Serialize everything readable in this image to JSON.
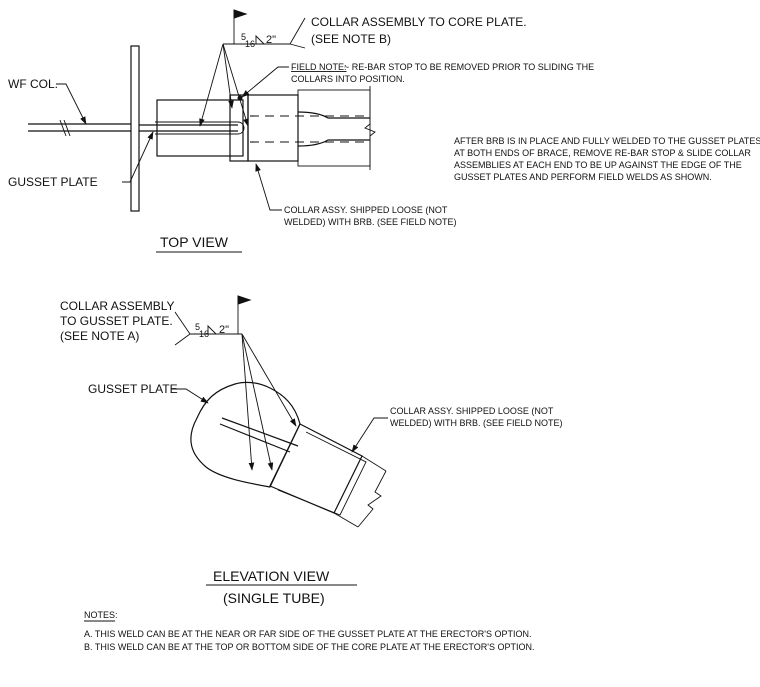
{
  "top_view": {
    "title": "TOP VIEW",
    "wf_col_label": "WF COL.",
    "gusset_label": "GUSSET PLATE",
    "weld_callout": "COLLAR ASSEMBLY TO CORE PLATE.",
    "weld_note_ref": "(SEE NOTE B)",
    "weld_size_num": "5",
    "weld_size_den": "16",
    "weld_length": "2\"",
    "field_note_heading": "FIELD NOTE:",
    "field_note_line1": "~ RE-BAR STOP TO BE REMOVED PRIOR TO SLIDING THE",
    "field_note_line2": "COLLARS INTO POSITION.",
    "collar_note_line1": "COLLAR ASSY. SHIPPED LOOSE (NOT",
    "collar_note_line2": "WELDED) WITH BRB. (SEE FIELD NOTE)"
  },
  "general_note": {
    "line1": "AFTER BRB IS IN PLACE AND FULLY WELDED TO THE GUSSET PLATES",
    "line2": "AT BOTH ENDS OF BRACE, REMOVE RE-BAR STOP & SLIDE COLLAR",
    "line3": "ASSEMBLIES AT EACH END TO BE UP AGAINST THE EDGE OF THE",
    "line4": "GUSSET PLATES AND PERFORM FIELD WELDS AS SHOWN."
  },
  "elevation_view": {
    "title": "ELEVATION VIEW",
    "subtitle": "(SINGLE TUBE)",
    "weld_callout_line1": "COLLAR ASSEMBLY",
    "weld_callout_line2": "TO GUSSET PLATE.",
    "weld_callout_line3": "(SEE NOTE A)",
    "weld_size_num": "5",
    "weld_size_den": "16",
    "weld_length": "2\"",
    "gusset_label": "GUSSET PLATE",
    "collar_note_line1": "COLLAR ASSY. SHIPPED LOOSE (NOT",
    "collar_note_line2": "WELDED) WITH BRB. (SEE FIELD NOTE)"
  },
  "notes": {
    "heading": "NOTES:",
    "note_a": "A. THIS WELD CAN BE AT THE NEAR OR FAR SIDE OF THE GUSSET PLATE AT THE ERECTOR'S OPTION.",
    "note_b": "B. THIS WELD CAN BE AT THE TOP OR BOTTOM SIDE OF THE CORE PLATE AT THE ERECTOR'S OPTION."
  }
}
